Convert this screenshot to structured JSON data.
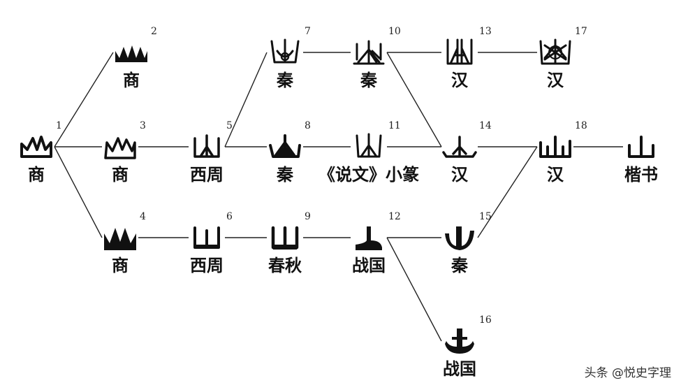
{
  "nodes": [
    {
      "id": 1,
      "label": "商"
    },
    {
      "id": 2,
      "label": "商"
    },
    {
      "id": 3,
      "label": "商"
    },
    {
      "id": 4,
      "label": "商"
    },
    {
      "id": 5,
      "label": "西周"
    },
    {
      "id": 6,
      "label": "西周"
    },
    {
      "id": 7,
      "label": "秦"
    },
    {
      "id": 8,
      "label": "秦"
    },
    {
      "id": 9,
      "label": "春秋"
    },
    {
      "id": 10,
      "label": "秦"
    },
    {
      "id": 11,
      "label": "《说文》小篆"
    },
    {
      "id": 12,
      "label": "战国"
    },
    {
      "id": 13,
      "label": "汉"
    },
    {
      "id": 14,
      "label": "汉"
    },
    {
      "id": 15,
      "label": "秦"
    },
    {
      "id": 16,
      "label": "战国"
    },
    {
      "id": 17,
      "label": "汉"
    },
    {
      "id": 18,
      "label": "汉"
    },
    {
      "id": 19,
      "label": "楷书"
    }
  ],
  "edges": [
    [
      1,
      2
    ],
    [
      1,
      3
    ],
    [
      1,
      4
    ],
    [
      3,
      5
    ],
    [
      5,
      7
    ],
    [
      5,
      8
    ],
    [
      7,
      10
    ],
    [
      8,
      11
    ],
    [
      10,
      14
    ],
    [
      11,
      14
    ],
    [
      10,
      13
    ],
    [
      13,
      17
    ],
    [
      14,
      18
    ],
    [
      18,
      19
    ],
    [
      4,
      6
    ],
    [
      6,
      9
    ],
    [
      9,
      12
    ],
    [
      12,
      15
    ],
    [
      12,
      16
    ],
    [
      15,
      18
    ]
  ],
  "watermark": "头条 @悦史字理"
}
